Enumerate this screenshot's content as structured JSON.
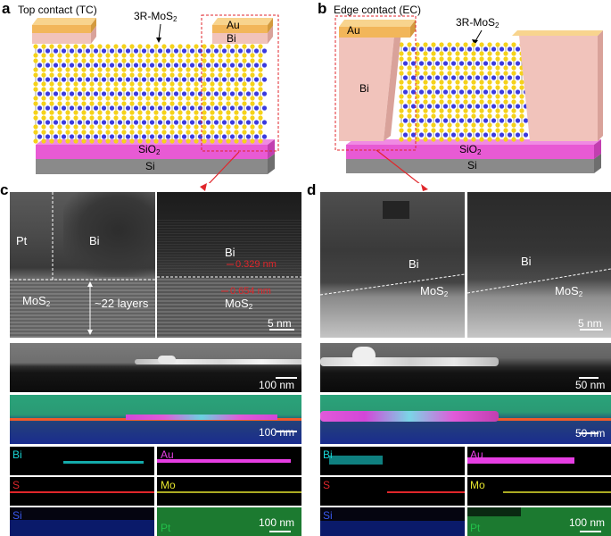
{
  "panel_a": {
    "label": "a",
    "title": "Top contact (TC)",
    "material": "3R-MoS",
    "material_sub": "2",
    "au": "Au",
    "bi": "Bi",
    "sio2": "SiO",
    "sio2_sub": "2",
    "si": "Si"
  },
  "panel_b": {
    "label": "b",
    "title": "Edge contact (EC)",
    "material": "3R-MoS",
    "material_sub": "2",
    "au": "Au",
    "bi": "Bi",
    "sio2": "SiO",
    "sio2_sub": "2",
    "si": "Si"
  },
  "panel_c": {
    "label": "c",
    "pt": "Pt",
    "bi_left": "Bi",
    "bi_right": "Bi",
    "spacing_bi": "0.329 nm",
    "spacing_mos2": "0.654 nm",
    "mos2_left": "MoS",
    "mos2_right": "MoS",
    "sub2": "2",
    "layers": "~22 layers",
    "scale_tem": "5 nm",
    "scale_stem": "100 nm",
    "scale_eds": "100 nm",
    "scale_maps": "100 nm",
    "map_labels": [
      "Bi",
      "Au",
      "S",
      "Mo",
      "Si",
      "Pt"
    ]
  },
  "panel_d": {
    "label": "d",
    "bi_left": "Bi",
    "bi_right": "Bi",
    "mos2_left": "MoS",
    "mos2_right": "MoS",
    "sub2": "2",
    "scale_tem": "5 nm",
    "scale_stem": "50 nm",
    "scale_eds": "50 nm",
    "scale_maps": "100 nm",
    "map_labels": [
      "Bi",
      "Au",
      "S",
      "Mo",
      "Si",
      "Pt"
    ]
  },
  "colors": {
    "au": "#f2b65a",
    "bi": "#f1c3bb",
    "sio2": "#e85ad4",
    "si": "#8a8a8a",
    "mo": "#3a3adf",
    "s": "#f5d21a",
    "dash": "#e0262b",
    "bi_map": "#19d6d6",
    "au_map": "#e63ee3",
    "s_map": "#e0262b",
    "mo_map": "#e6e62e",
    "si_map": "#2a3ad8",
    "pt_map": "#22b84a"
  }
}
